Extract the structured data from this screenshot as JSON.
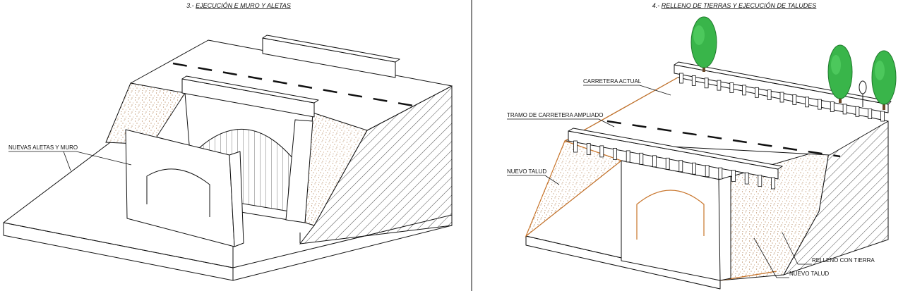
{
  "panels": [
    {
      "number": "3.-",
      "title": "EJECUCIÓN E MURO Y ALETAS",
      "labels": [
        "NUEVAS ALETAS Y MURO"
      ]
    },
    {
      "number": "4.-",
      "title": "RELLENO DE TIERRAS Y EJECUCIÓN DE TALUDES",
      "labels": [
        "CARRETERA ACTUAL",
        "TRAMO DE CARRETERA AMPLIADO",
        "NUEVO TALUD",
        "RELLENO CON TIERRA",
        "NUEVO TALUD"
      ]
    }
  ],
  "colors": {
    "line": "#111111",
    "fill_dots": "#b07a4a",
    "tree": "#39b54a",
    "tree_dark": "#1f7a2c",
    "outline_orange": "#c8742a"
  },
  "icons": [
    "tree-icon",
    "traffic-sign-icon",
    "guardrail-icon"
  ]
}
